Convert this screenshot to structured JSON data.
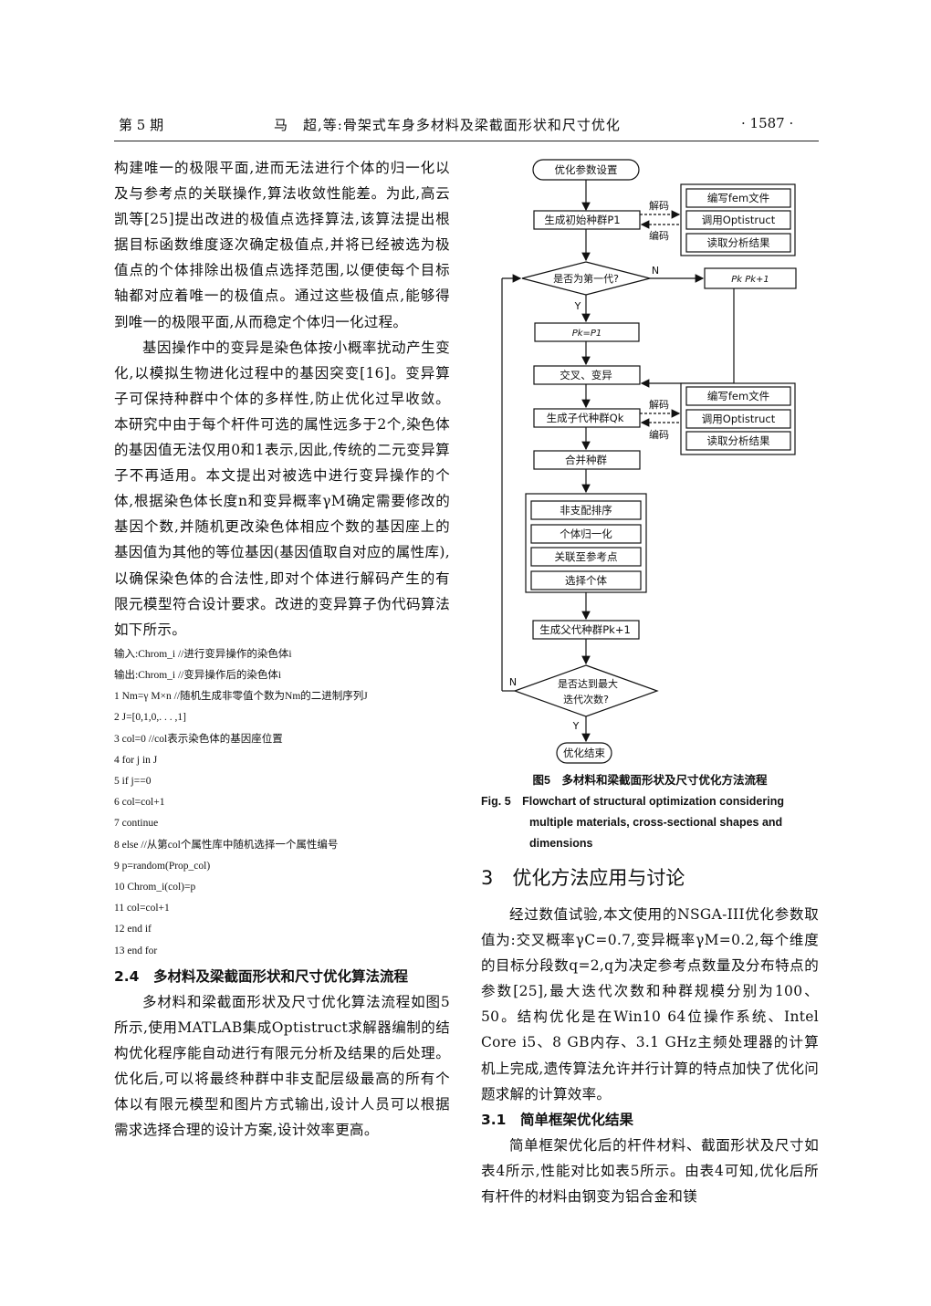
{
  "header": {
    "issue": "第 5 期",
    "title": "马　超,等:骨架式车身多材料及梁截面形状和尺寸优化",
    "page": "· 1587 ·"
  },
  "left": {
    "p1": "构建唯一的极限平面,进而无法进行个体的归一化以及与参考点的关联操作,算法收敛性能差。为此,高云凯等[25]提出改进的极值点选择算法,该算法提出根据目标函数维度逐次确定极值点,并将已经被选为极值点的个体排除出极值点选择范围,以便使每个目标轴都对应着唯一的极值点。通过这些极值点,能够得到唯一的极限平面,从而稳定个体归一化过程。",
    "p2": "基因操作中的变异是染色体按小概率扰动产生变化,以模拟生物进化过程中的基因突变[16]。变异算子可保持种群中个体的多样性,防止优化过早收敛。本研究中由于每个杆件可选的属性远多于2个,染色体的基因值无法仅用0和1表示,因此,传统的二元变异算子不再适用。本文提出对被选中进行变异操作的个体,根据染色体长度n和变异概率γM确定需要修改的基因个数,并随机更改染色体相应个数的基因座上的基因值为其他的等位基因(基因值取自对应的属性库),以确保染色体的合法性,即对个体进行解码产生的有限元模型符合设计要求。改进的变异算子伪代码算法如下所示。",
    "code": [
      "输入:Chrom_i //进行变异操作的染色体i",
      "输出:Chrom_i //变异操作后的染色体i",
      "1 Nm=γ M×n //随机生成非零值个数为Nm的二进制序列J",
      "2 J=[0,1,0,. . . ,1]",
      "3 col=0 //col表示染色体的基因座位置",
      "4 for j in J",
      "5 if j==0",
      "6 col=col+1",
      "7 continue",
      "8 else //从第col个属性库中随机选择一个属性编号",
      "9 p=random(Prop_col)",
      "10 Chrom_i(col)=p",
      "11 col=col+1",
      "12 end if",
      "13 end for"
    ],
    "h24": "2.4　多材料及梁截面形状和尺寸优化算法流程",
    "p3": "多材料和梁截面形状及尺寸优化算法流程如图5所示,使用MATLAB集成Optistruct求解器编制的结构优化程序能自动进行有限元分析及结果的后处理。优化后,可以将最终种群中非支配层级最高的所有个体以有限元模型和图片方式输出,设计人员可以根据需求选择合理的设计方案,设计效率更高。"
  },
  "flow": {
    "start": "优化参数设置",
    "init": "生成初始种群P1",
    "decode": "解码",
    "encode": "编码",
    "fem1": "编写fem文件",
    "opt1": "调用Optistruct",
    "read1": "读取分析结果",
    "first": "是否为第一代?",
    "n": "N",
    "y": "Y",
    "pk": "Pk  Pk+1",
    "pk1": "Pk=P1",
    "cross": "交叉、变异",
    "child": "生成子代种群Qk",
    "fem2": "编写fem文件",
    "opt2": "调用Optistruct",
    "read2": "读取分析结果",
    "merge": "合并种群",
    "nds": "非支配排序",
    "norm": "个体归一化",
    "assoc": "关联至参考点",
    "select": "选择个体",
    "parent": "生成父代种群Pk+1",
    "maxq1": "是否达到最大",
    "maxq2": "迭代次数?",
    "end": "优化结束"
  },
  "caption": {
    "cn": "图5　多材料和梁截面形状及尺寸优化方法流程",
    "en1": "Fig. 5　Flowchart of structural optimization considering",
    "en2": "multiple materials, cross-sectional shapes and",
    "en3": "dimensions"
  },
  "right": {
    "h3": "3　优化方法应用与讨论",
    "p4": "经过数值试验,本文使用的NSGA-III优化参数取值为:交叉概率γC=0.7,变异概率γM=0.2,每个维度的目标分段数q=2,q为决定参考点数量及分布特点的参数[25],最大迭代次数和种群规模分别为100、50。结构优化是在Win10 64位操作系统、Intel Core i5、8 GB内存、3.1 GHz主频处理器的计算机上完成,遗传算法允许并行计算的特点加快了优化问题求解的计算效率。",
    "h31": "3.1　简单框架优化结果",
    "p5": "简单框架优化后的杆件材料、截面形状及尺寸如表4所示,性能对比如表5所示。由表4可知,优化后所有杆件的材料由钢变为铝合金和镁"
  }
}
